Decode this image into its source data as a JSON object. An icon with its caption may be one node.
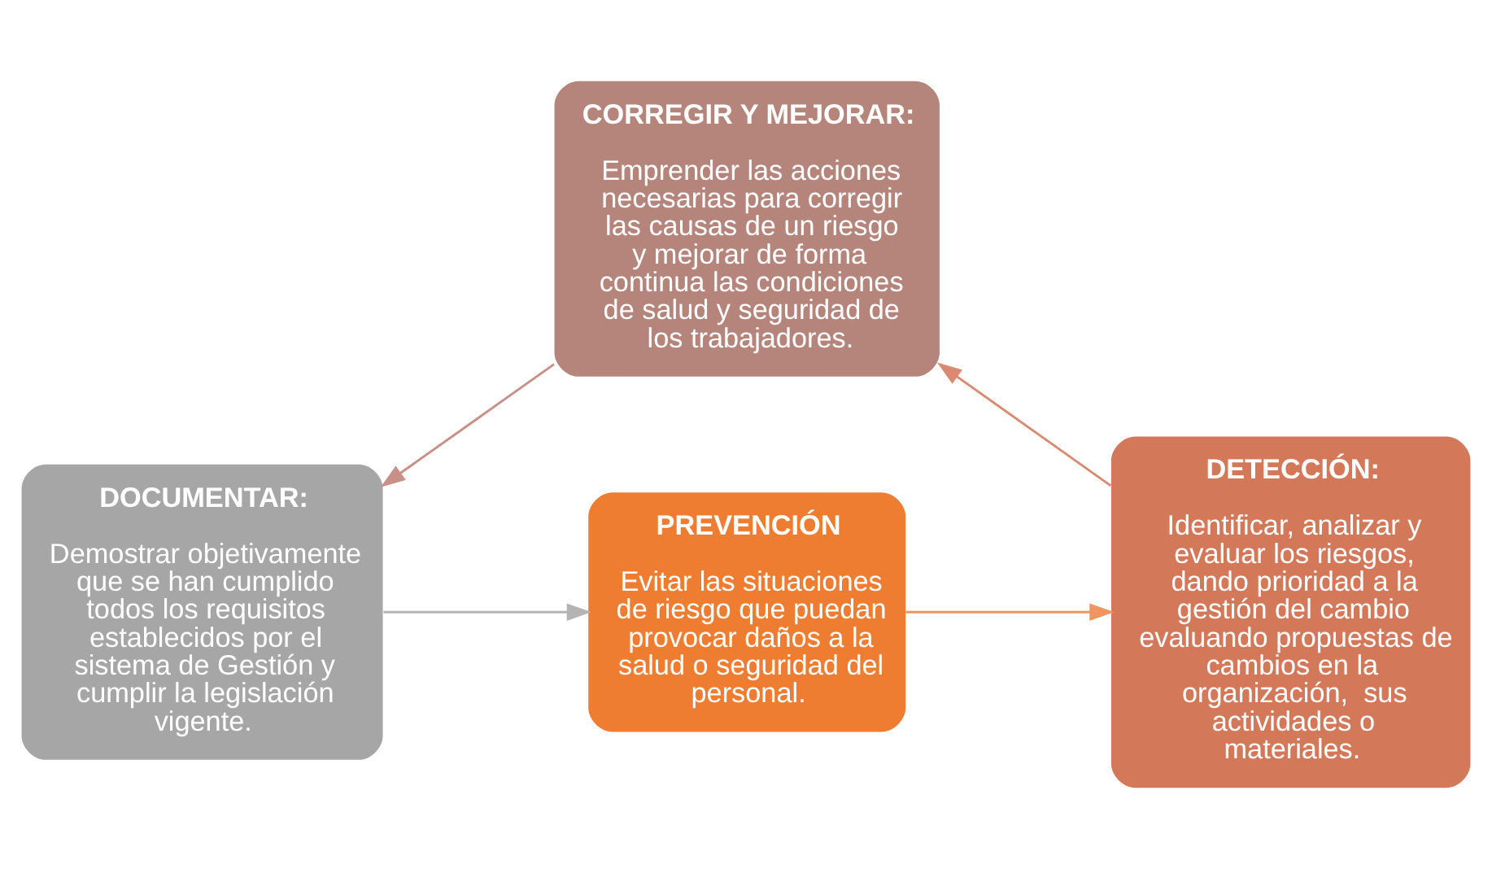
{
  "diagram": {
    "nodes": [
      {
        "text": [
          "PREVENCIÓN",
          "Evitar las situaciones de riesgo que puedan provocar daños a la salud o seguridad del personal."
        ]
      },
      {
        "text": [
          "DETECCIÓN:",
          "Identificar, analizar y evaluar los riesgos, dando prioridad a la gestión del cambio evaluando propuestas de cambios en la organización,  sus actividades o materiales."
        ]
      },
      {
        "text": [
          "CORREGIR Y MEJORAR:",
          "Emprender las acciones necesarias para corregir las causas de un riesgo y mejorar de forma continua las condiciones de salud y seguridad de los trabajadores."
        ]
      },
      {
        "text": [
          "DOCUMENTAR:",
          "Demostrar objetivamente que se han cumplido todos los requisitos establecidos por el sistema de Gestión y cumplir la legislación vigente."
        ]
      }
    ],
    "edges": [
      {
        "from": 3,
        "to": 0,
        "arrow": "to",
        "color": "#b4b4b4"
      },
      {
        "from": 0,
        "to": 1,
        "arrow": "to",
        "color": "#f09560"
      },
      {
        "from": 1,
        "to": 2,
        "arrow": "to",
        "color": "#d98a70"
      },
      {
        "from": 2,
        "to": 3,
        "arrow": "to",
        "color": "#c99088"
      }
    ]
  }
}
